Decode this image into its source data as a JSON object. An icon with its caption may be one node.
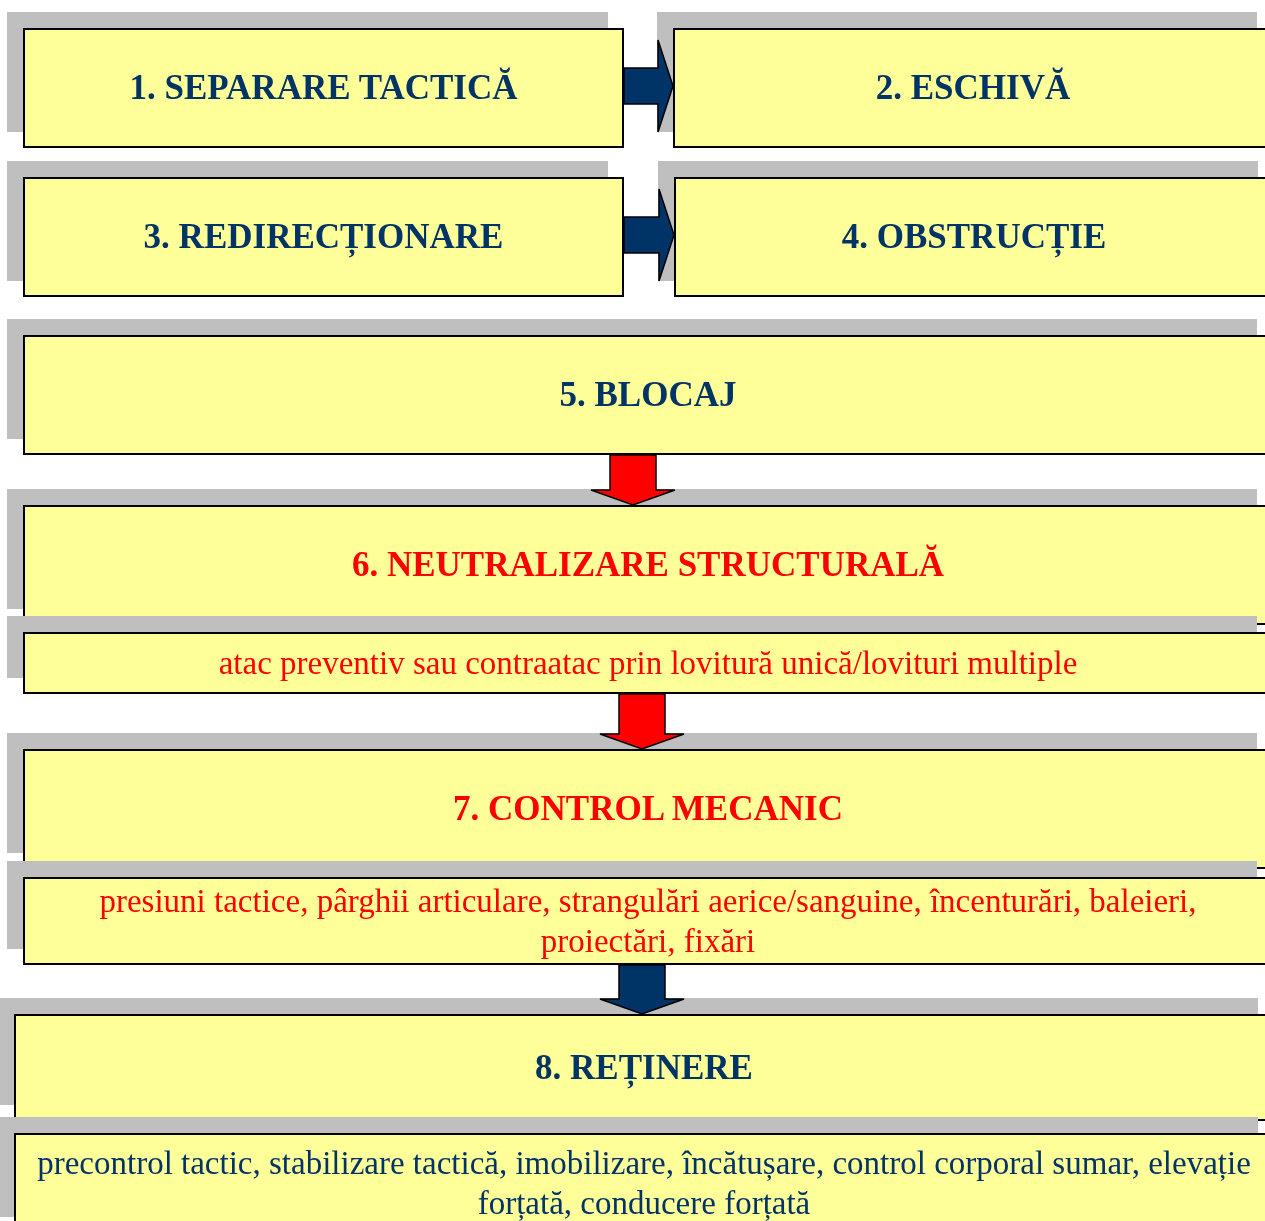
{
  "diagram": {
    "nodes": [
      {
        "text": [
          "1. SEPARARE TACTICĂ"
        ]
      },
      {
        "text": [
          "2. ESCHIVĂ"
        ]
      },
      {
        "text": [
          "3. REDIRECȚIONARE"
        ]
      },
      {
        "text": [
          "4. OBSTRUCȚIE"
        ]
      },
      {
        "text": [
          "5. BLOCAJ"
        ]
      },
      {
        "text": [
          "6. NEUTRALIZARE STRUCTURALĂ"
        ]
      },
      {
        "text": [
          "atac preventiv sau contraatac prin lovitură unică/lovituri multiple"
        ]
      },
      {
        "text": [
          "7. CONTROL MECANIC"
        ]
      },
      {
        "text": [
          "presiuni tactice, pârghii articulare, strangulări aerice/sanguine, încenturări, baleieri, proiectări, fixări"
        ]
      },
      {
        "text": [
          "8. REȚINERE"
        ]
      },
      {
        "text": [
          "precontrol tactic, stabilizare tactică, imobilizare, încătușare, control corporal sumar, elevație forțată, conducere forțată"
        ]
      }
    ],
    "edges": [
      {
        "from": 0,
        "to": 1,
        "arrow": "to",
        "style": "thick"
      },
      {
        "from": 2,
        "to": 3,
        "arrow": "to",
        "style": "thick"
      },
      {
        "from": 4,
        "to": 5,
        "arrow": "to",
        "style": "thick",
        "color": "#ff0000"
      },
      {
        "from": 6,
        "to": 7,
        "arrow": "to",
        "style": "thick",
        "color": "#ff0000"
      },
      {
        "from": 8,
        "to": 9,
        "arrow": "to",
        "style": "thick"
      }
    ]
  }
}
